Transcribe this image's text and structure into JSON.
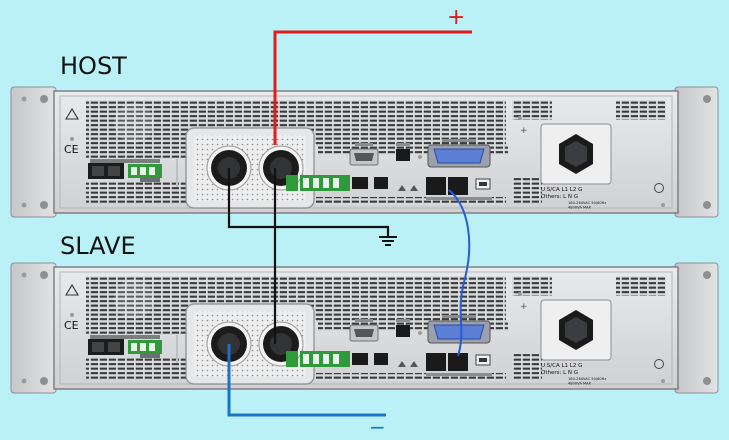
{
  "labels": {
    "host": "HOST",
    "slave": "SLAVE",
    "positive": "+",
    "negative": "−"
  },
  "panel_text": {
    "ac_line_1": "U.S/CA  L1    L2    G",
    "ac_line_2": "Others:   L     N     G",
    "ac_rating": "180-264VAC 50/60Hz",
    "ac_rating_2": "4800VA MAX",
    "ce_mark": "CE"
  },
  "colors": {
    "background": "#b9f1f6",
    "positive_wire": "#e21b1b",
    "negative_wire": "#1a73c9",
    "ground_wire": "#111111",
    "link_cable": "#2a5bd7",
    "chassis": "#d9dadb",
    "terminal_green": "#2f9a3a",
    "db25_blue": "#5b7fd6"
  },
  "icons": [
    "warning-icon",
    "ce-icon",
    "ground-icon",
    "power-cord-socket-icon",
    "db25-connector-icon",
    "db9-connector-icon",
    "rj45-port-icon",
    "usb-port-icon"
  ]
}
